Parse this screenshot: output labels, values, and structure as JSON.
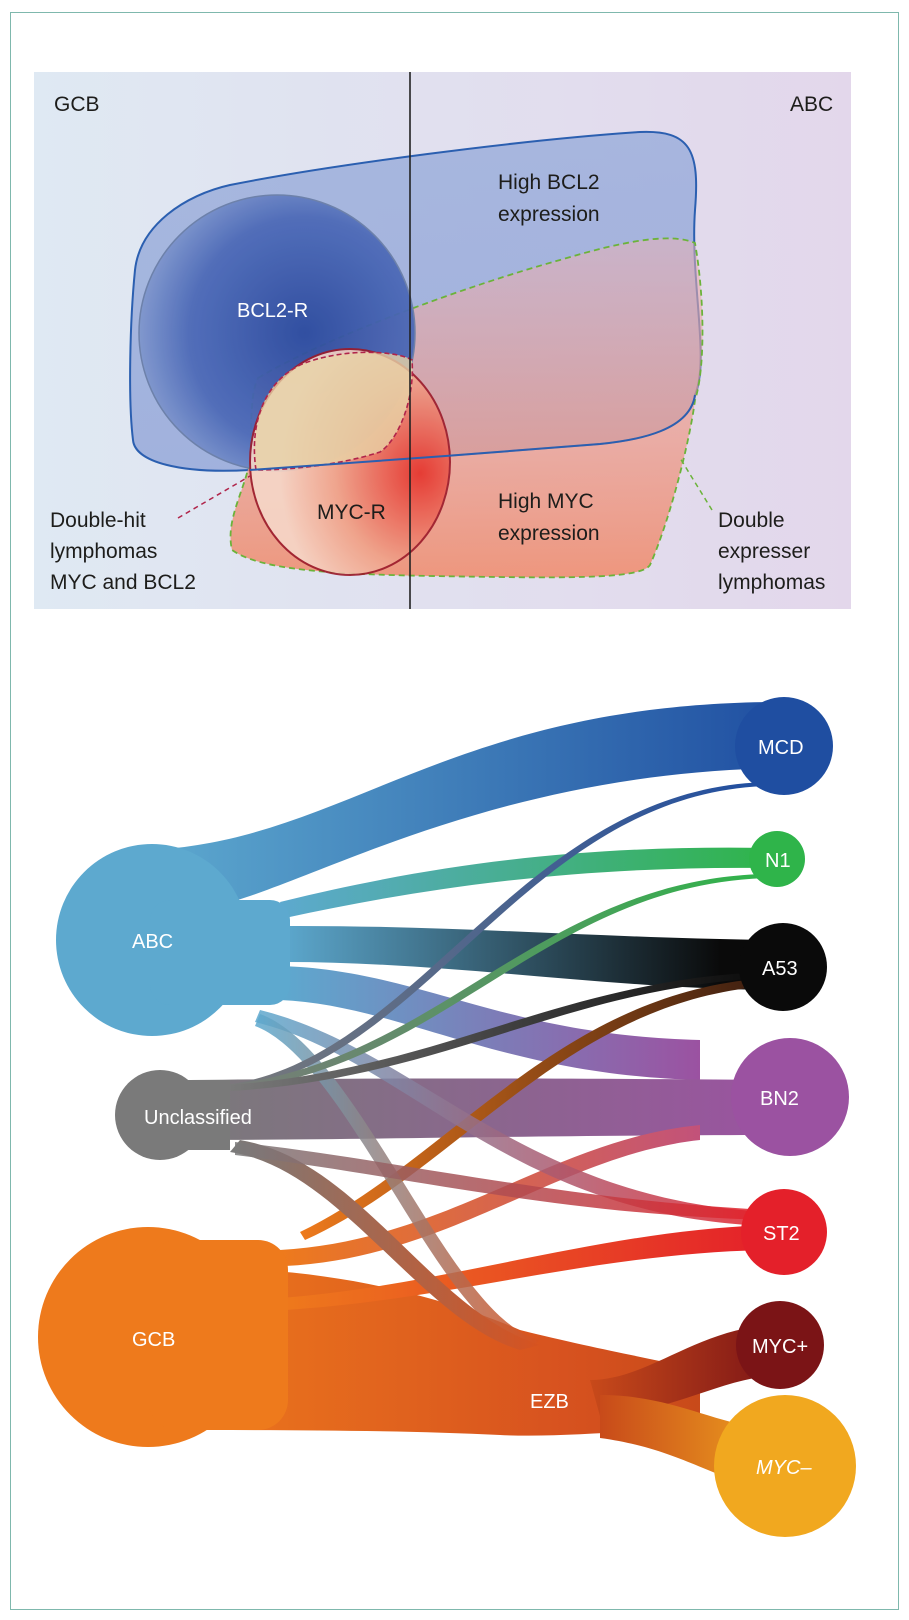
{
  "venn": {
    "corner_left": "GCB",
    "corner_right": "ABC",
    "bcl2_region": [
      "High BCL2",
      "expression"
    ],
    "myc_region": [
      "High MYC",
      "expression"
    ],
    "bcl2_r": "BCL2-R",
    "myc_r": "MYC-R",
    "double_hit": [
      "Double-hit",
      "lymphomas",
      "MYC and BCL2"
    ],
    "double_expresser": [
      "Double",
      "expresser",
      "lymphomas"
    ]
  },
  "sankey": {
    "sources": [
      "ABC",
      "Unclassified",
      "GCB"
    ],
    "intermediate": "EZB",
    "targets": [
      "MCD",
      "N1",
      "A53",
      "BN2",
      "ST2",
      "MYC+",
      "MYC–"
    ],
    "colors": {
      "ABC": "#5da9cf",
      "Unclassified": "#7a7a7a",
      "GCB": "#ee7a1c",
      "MCD": "#1f4ea1",
      "N1": "#2fb44a",
      "A53": "#0a0a0a",
      "BN2": "#9b52a1",
      "ST2": "#e4202a",
      "MYC+": "#7b1416",
      "MYC–": "#f1a81f"
    }
  }
}
